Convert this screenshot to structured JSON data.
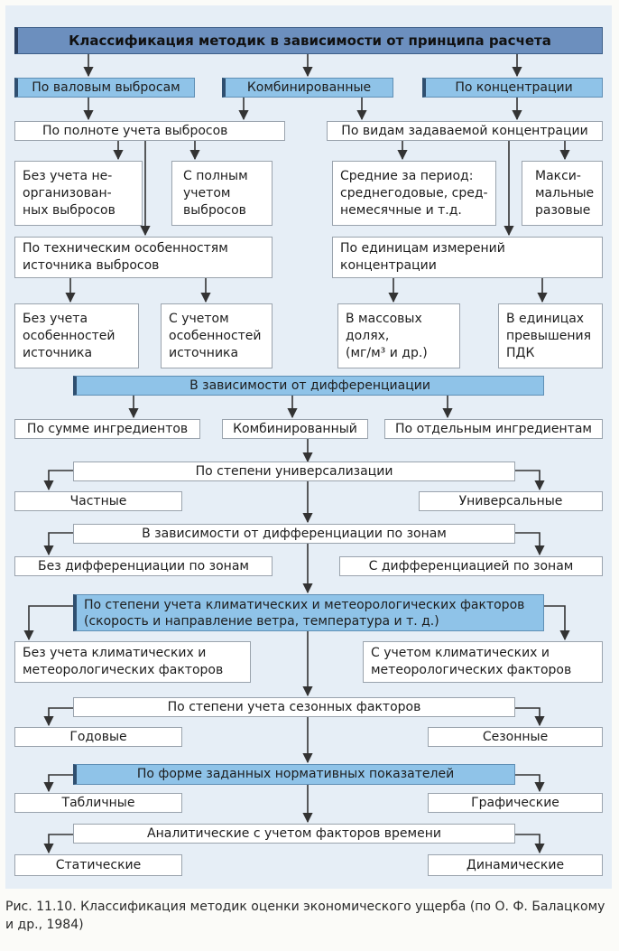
{
  "boxes": {
    "top": "Классификация методик в зависимости от принципа расчета",
    "gross": "По валовым выбросам",
    "combined": "Комбинированные",
    "concentration": "По концентрации",
    "completeness": "По полноте учета выбросов",
    "conc_types": "По видам задаваемой концентрации",
    "no_unorg": "Без учета не-\nорганизован-\nных выбросов",
    "full_account": "С полным\nучетом\nвыбросов",
    "avg_period": "Средние за период:\nсреднегодовые, сред-\nнемесячные и т.д.",
    "max_single": "Макси-\nмальные\nразовые",
    "tech_features": "По техническим особенностям\nисточника выбросов",
    "units": "По единицам измерений\nконцентрации",
    "no_source": "Без учета\nособенностей\nисточника",
    "with_source": "С учетом\nособенностей\nисточника",
    "mass_fractions": "В массовых\nдолях,\n(мг/м³ и др.)",
    "pdk_units": "В единицах\nпревышения\nПДК",
    "differentiation": "В зависимости от дифференциации",
    "sum_ingredients": "По сумме ингредиентов",
    "combined_single": "Комбинированный",
    "separate_ingredients": "По отдельным ингредиентам",
    "universalization": "По степени универсализации",
    "particular": "Частные",
    "universal": "Универсальные",
    "zones": "В зависимости от дифференциации по зонам",
    "no_zones": "Без дифференциации по зонам",
    "with_zones": "С дифференциацией по зонам",
    "climate": "По степени учета климатических и метеорологических факторов\n(скорость и направление ветра, температура и т. д.)",
    "no_climate": "Без учета климатических и\nметеорологических факторов",
    "with_climate": "С учетом климатических и\nметеорологических факторов",
    "seasonal": "По степени учета сезонных факторов",
    "annual": "Годовые",
    "seasonal_type": "Сезонные",
    "norm_form": "По форме заданных нормативных показателей",
    "tabular": "Табличные",
    "graphic": "Графические",
    "analytic": "Аналитические с учетом факторов времени",
    "static": "Статические",
    "dynamic": "Динамические"
  },
  "caption": "Рис. 11.10. Классификация методик оценки экономического ущерба (по О. Ф. Балацкому и др., 1984)",
  "colors": {
    "dark_header": "#6c8fbe",
    "blue_header": "#8fc3e8",
    "background": "#e6eef6",
    "box": "#ffffff",
    "arrow": "#333333"
  }
}
